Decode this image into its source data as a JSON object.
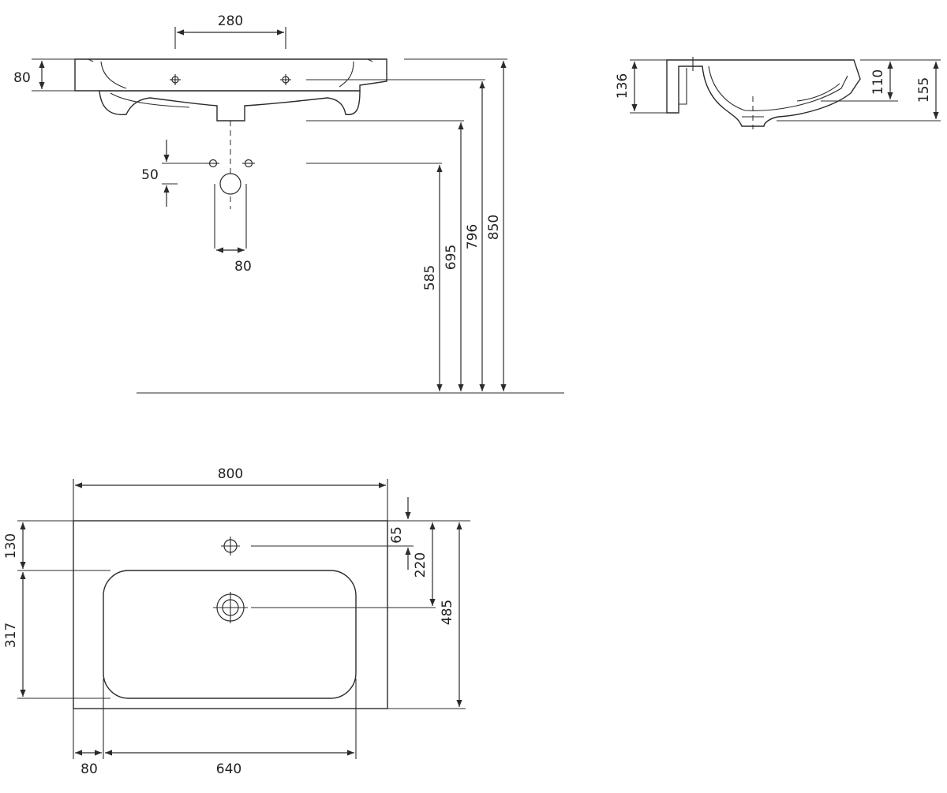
{
  "front_view": {
    "dim_tap_spacing": "280",
    "dim_rim_height": "80",
    "dim_pipe_spacing": "50",
    "dim_waste_width": "80",
    "dim_h_585": "585",
    "dim_h_695": "695",
    "dim_h_796": "796",
    "dim_h_850": "850"
  },
  "side_view": {
    "dim_136": "136",
    "dim_110": "110",
    "dim_155": "155"
  },
  "top_view": {
    "dim_width": "800",
    "dim_130": "130",
    "dim_65": "65",
    "dim_220": "220",
    "dim_485": "485",
    "dim_317": "317",
    "dim_80": "80",
    "dim_640": "640"
  },
  "colors": {
    "line": "#2b2b2b",
    "text": "#222222",
    "background": "#ffffff"
  }
}
